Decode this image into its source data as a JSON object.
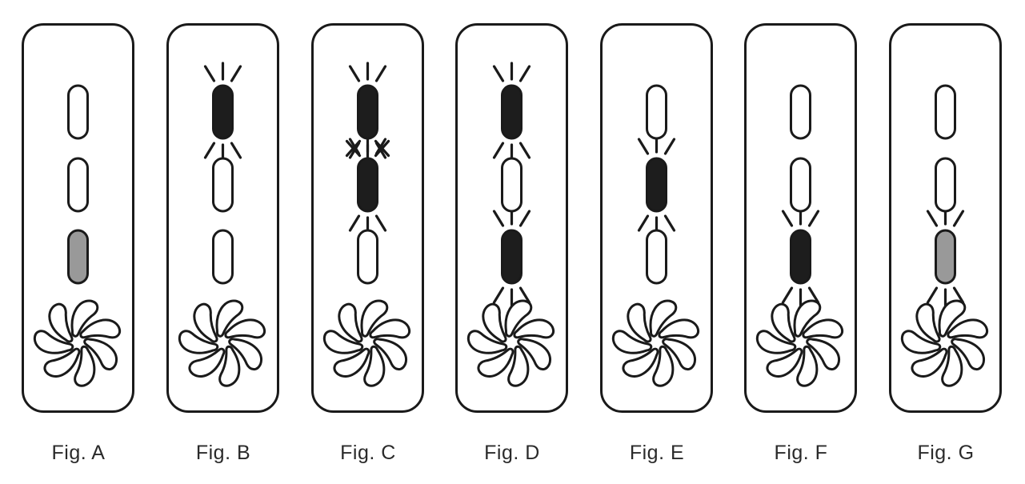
{
  "colors": {
    "outline": "#1a1a1a",
    "lit": "#1d1d1d",
    "dim": "#999999",
    "off": "#ffffff"
  },
  "figures": [
    {
      "label": "Fig. A",
      "leds": [
        "off",
        "off",
        "dim"
      ],
      "rays": [],
      "crosses": false
    },
    {
      "label": "Fig. B",
      "leds": [
        "lit",
        "off",
        "off"
      ],
      "rays": [
        0
      ],
      "crosses": false
    },
    {
      "label": "Fig. C",
      "leds": [
        "lit",
        "lit",
        "off"
      ],
      "rays": [
        0,
        1
      ],
      "crosses": true
    },
    {
      "label": "Fig. D",
      "leds": [
        "lit",
        "off",
        "lit"
      ],
      "rays": [
        0,
        2
      ],
      "crosses": false
    },
    {
      "label": "Fig. E",
      "leds": [
        "off",
        "lit",
        "off"
      ],
      "rays": [
        1
      ],
      "crosses": false
    },
    {
      "label": "Fig. F",
      "leds": [
        "off",
        "off",
        "lit"
      ],
      "rays": [
        2
      ],
      "crosses": false
    },
    {
      "label": "Fig. G",
      "leds": [
        "off",
        "off",
        "dim"
      ],
      "rays": [
        2
      ],
      "crosses": false
    }
  ]
}
